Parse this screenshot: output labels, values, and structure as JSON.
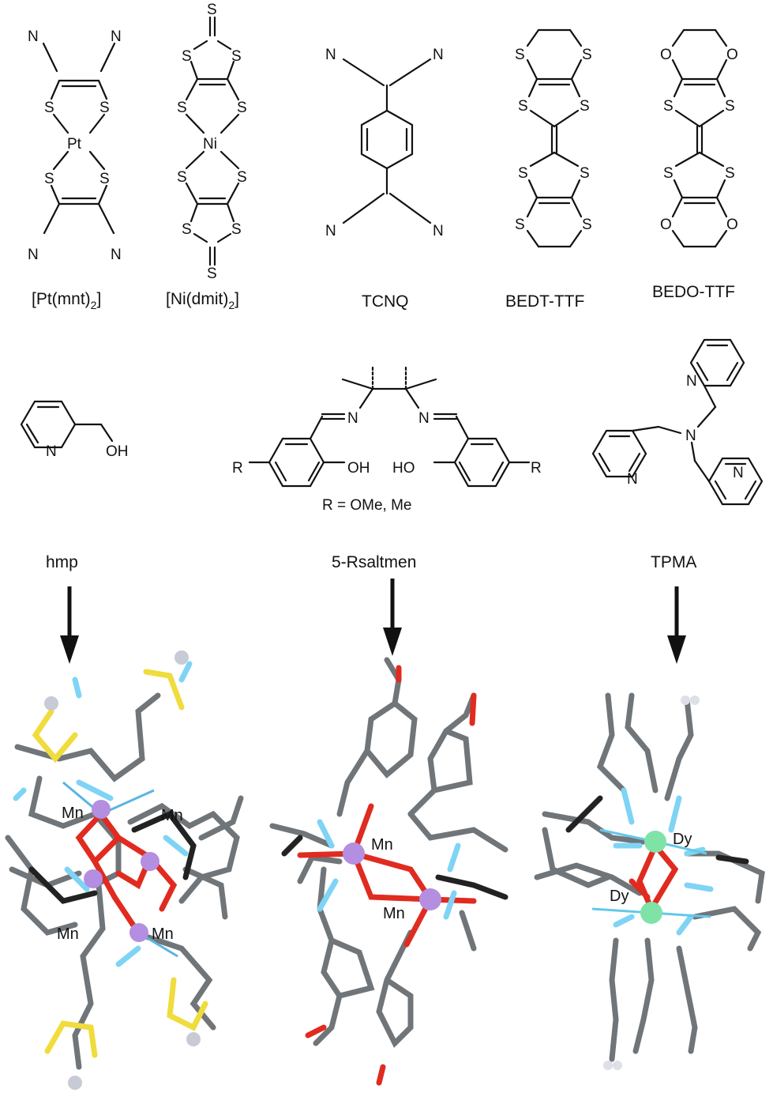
{
  "top_row": {
    "pt_mnt": {
      "caption": "[Pt(mnt)",
      "caption_sub": "2",
      "caption_end": "]",
      "metal": "Pt",
      "s": "S",
      "n": "N"
    },
    "ni_dmit": {
      "caption": "[Ni(dmit)",
      "caption_sub": "2",
      "caption_end": "]",
      "metal": "Ni",
      "s": "S"
    },
    "tcnq": {
      "caption": "TCNQ",
      "n": "N"
    },
    "bedt_ttf": {
      "caption": "BEDT-TTF",
      "s": "S"
    },
    "bedo_ttf": {
      "caption": "BEDO-TTF",
      "s": "S",
      "o": "O"
    }
  },
  "middle_row": {
    "hmp": {
      "caption": "hmp",
      "n": "N",
      "oh": "OH"
    },
    "saltmen": {
      "caption": "5-Rsaltmen",
      "n": "N",
      "oh_left": "OH",
      "oh_right": "HO",
      "r": "R",
      "r_note": "R = OMe, Me"
    },
    "tpma": {
      "caption": "TPMA",
      "n": "N"
    }
  },
  "bottom_row": {
    "mn4": {
      "labels": [
        "Mn",
        "Mn",
        "Mn",
        "Mn"
      ]
    },
    "mn2": {
      "labels": [
        "Mn",
        "Mn"
      ]
    },
    "dy2": {
      "labels": [
        "Dy",
        "Dy"
      ]
    }
  },
  "colors": {
    "bond": "#111111",
    "carbon": "#6f7579",
    "oxygen": "#e02b20",
    "nitrogen": "#7fd4f5",
    "sulfur": "#f0dc3c",
    "manganese": "#b48ee0",
    "dysprosium": "#7fe3a8",
    "halide": "#c8cad6"
  }
}
